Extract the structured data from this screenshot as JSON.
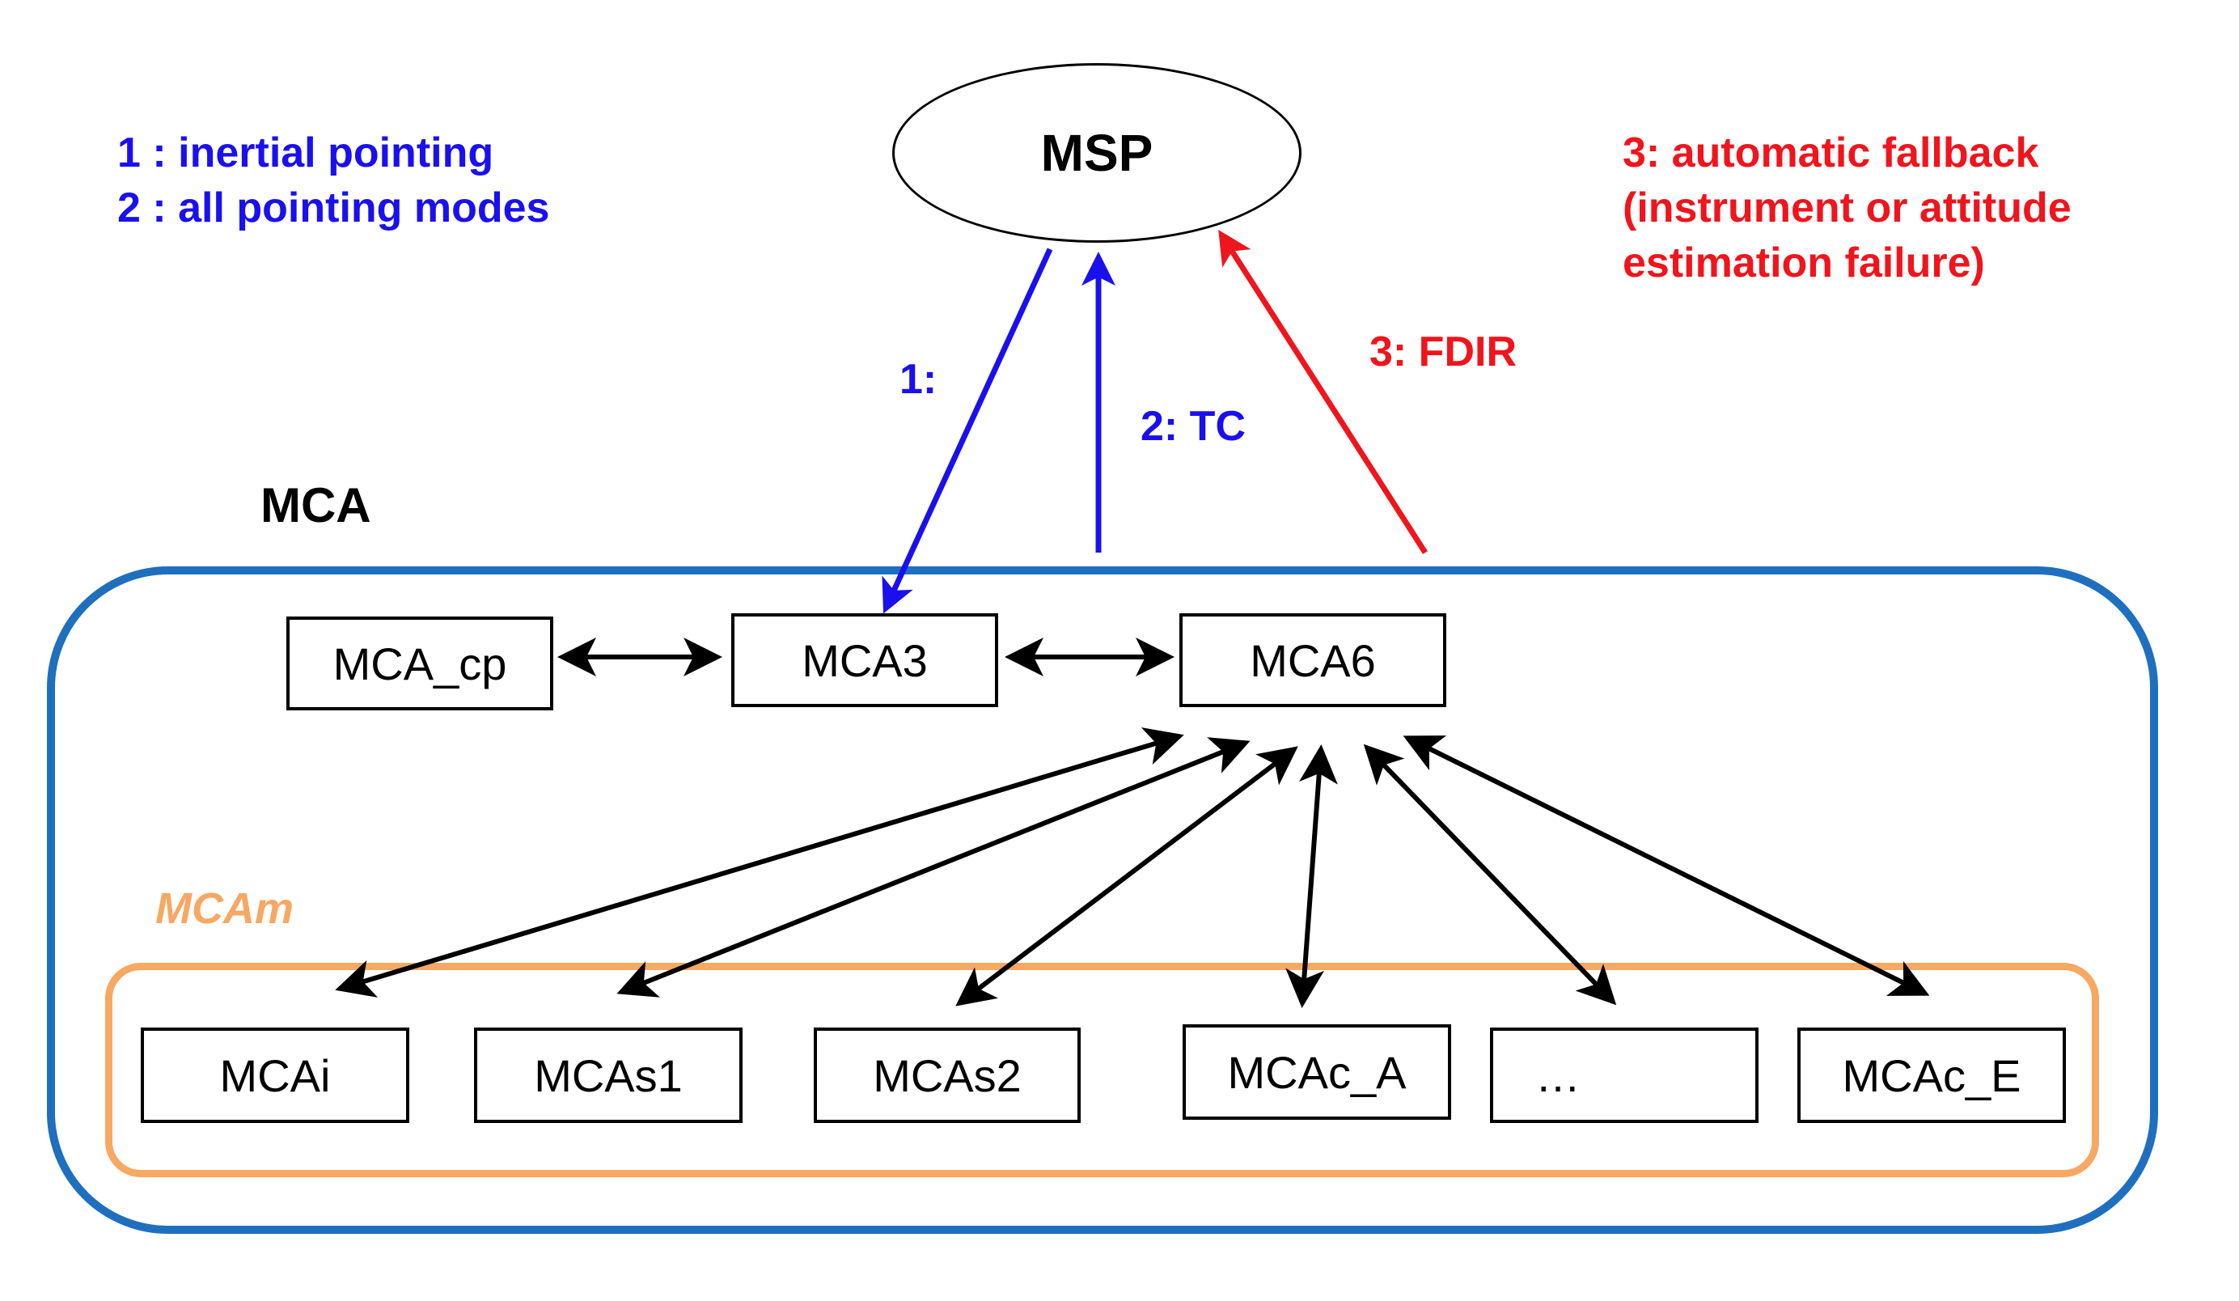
{
  "legend": {
    "line1": "1 : inertial pointing",
    "line2": "2 : all pointing modes"
  },
  "fallback": {
    "line1": "3: automatic fallback",
    "line2": "(instrument or attitude",
    "line3": "estimation failure)"
  },
  "nodes": {
    "msp": "MSP",
    "mca_cp": "MCA_cp",
    "mca3": "MCA3",
    "mca6": "MCA6",
    "mcai": "MCAi",
    "mcas1": "MCAs1",
    "mcas2": "MCAs2",
    "mcac_a": "MCAc_A",
    "ellipsis": "…",
    "mcac_e": "MCAc_E"
  },
  "groups": {
    "mca": "MCA",
    "mcam": "MCAm"
  },
  "edges": {
    "e1": "1:",
    "e2": "2: TC",
    "e3": "3: FDIR"
  },
  "colors": {
    "blue_text": "#1a10ee",
    "red_text": "#f0141c",
    "mca_border": "#1f6fbf",
    "mcam_border": "#f7a863"
  }
}
